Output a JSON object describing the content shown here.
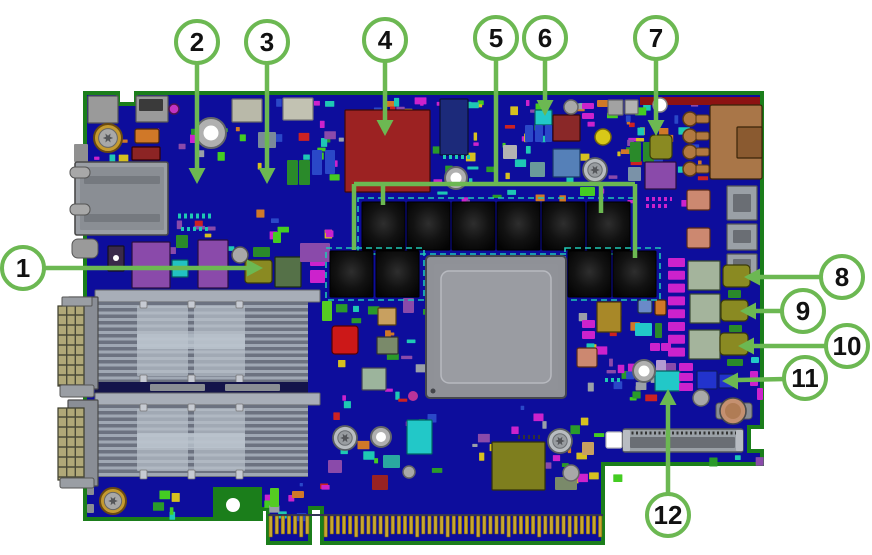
{
  "diagram": {
    "kind": "pcb-component-callout-diagram"
  },
  "callouts": [
    {
      "label": "1"
    },
    {
      "label": "2"
    },
    {
      "label": "3"
    },
    {
      "label": "4"
    },
    {
      "label": "5"
    },
    {
      "label": "6"
    },
    {
      "label": "7"
    },
    {
      "label": "8"
    },
    {
      "label": "9"
    },
    {
      "label": "10"
    },
    {
      "label": "11"
    },
    {
      "label": "12"
    }
  ],
  "colors": {
    "pcb_blue": "#0d0d9c",
    "pcb_edge_green": "#1b7e1b",
    "callout_green": "#6cb852",
    "callout_fill": "#ffffff",
    "callout_text": "#111111",
    "heatsink_grey": "#99a1af",
    "asic_grey": "#8f9197",
    "inductor_black": "#0c0c0c",
    "gold_fingers": "#c8a62e",
    "power_connector_brown": "#a97648",
    "dashed_outline_teal": "#1ec8b4"
  }
}
